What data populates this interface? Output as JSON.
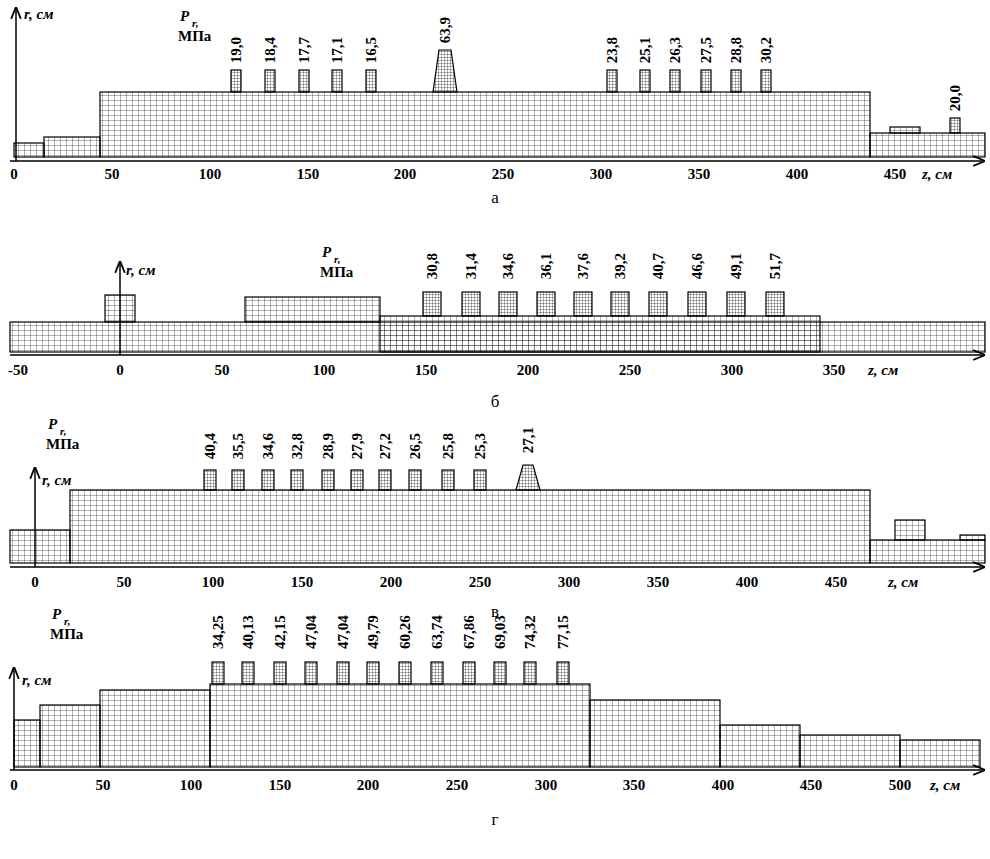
{
  "diagram": {
    "labels": [
      "r, см",
      "P",
      "r,",
      "МПа",
      "19,0",
      "18,4",
      "17,7",
      "17,1",
      "16,5",
      "63,9",
      "23,8",
      "25,1",
      "26,3",
      "27,5",
      "28,8",
      "30,2",
      "20,0",
      "0",
      "50",
      "100",
      "150",
      "200",
      "250",
      "300",
      "350",
      "400",
      "450",
      "z, см",
      "а",
      "r, см",
      "P",
      "r,",
      "МПа",
      "30,8",
      "31,4",
      "34,6",
      "36,1",
      "37,6",
      "39,2",
      "40,7",
      "46,6",
      "49,1",
      "51,7",
      "-50",
      "0",
      "50",
      "100",
      "150",
      "200",
      "250",
      "300",
      "350",
      "z, см",
      "б",
      "r, см",
      "P",
      "r,",
      "МПа",
      "40,4",
      "35,5",
      "34,6",
      "32,8",
      "28,9",
      "27,9",
      "27,2",
      "26,5",
      "25,8",
      "25,3",
      "27,1",
      "0",
      "50",
      "100",
      "150",
      "200",
      "250",
      "300",
      "350",
      "400",
      "450",
      "z, см",
      "в",
      "r, см",
      "P",
      "r,",
      "МПа",
      "34,25",
      "40,13",
      "42,15",
      "47,04",
      "47,04",
      "49,79",
      "60,26",
      "63,74",
      "67,86",
      "69,03",
      "74,32",
      "77,15",
      "0",
      "50",
      "100",
      "150",
      "200",
      "250",
      "300",
      "350",
      "400",
      "450",
      "500",
      "z, см",
      "г"
    ]
  }
}
